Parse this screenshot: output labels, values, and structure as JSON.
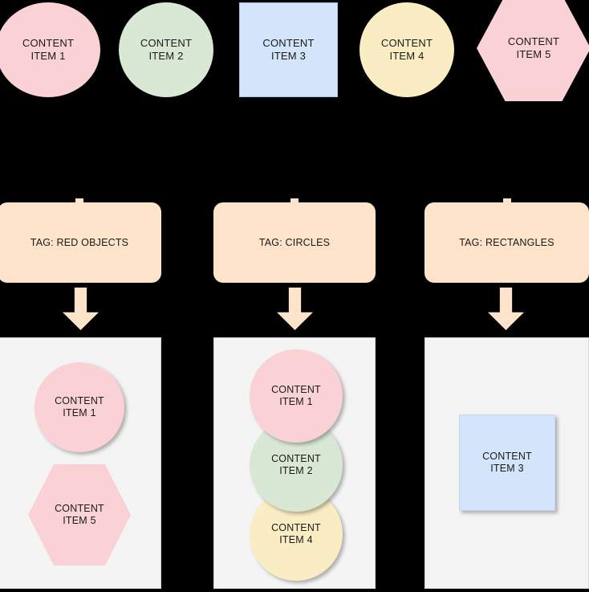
{
  "colors": {
    "background": "#000000",
    "pink_fill": "#fad2d5",
    "green_fill": "#d9e8d5",
    "blue_fill": "#d4e4fa",
    "yellow_fill": "#faedc4",
    "blue_stroke": "#9fc0e8",
    "tag_fill": "#fce3c9",
    "arrow_fill": "#fce3c9",
    "panel_fill": "#f4f4f4",
    "panel_stroke": "#d6d6d6",
    "text": "#1a1a1a"
  },
  "top_row": {
    "items": [
      {
        "id": "content-item-1",
        "label": "CONTENT\nITEM 1",
        "shape": "circle",
        "fill": "#fad2d5"
      },
      {
        "id": "content-item-2",
        "label": "CONTENT\nITEM 2",
        "shape": "circle",
        "fill": "#d9e8d5"
      },
      {
        "id": "content-item-3",
        "label": "CONTENT\nITEM 3",
        "shape": "rectangle",
        "fill": "#d4e4fa"
      },
      {
        "id": "content-item-4",
        "label": "CONTENT\nITEM 4",
        "shape": "circle",
        "fill": "#faedc4"
      },
      {
        "id": "content-item-5",
        "label": "CONTENT\nITEM 5",
        "shape": "hexagon",
        "fill": "#fad2d5"
      }
    ]
  },
  "tags": [
    {
      "id": "tag-red-objects",
      "label": "TAG: RED OBJECTS"
    },
    {
      "id": "tag-circles",
      "label": "TAG: CIRCLES"
    },
    {
      "id": "tag-rectangles",
      "label": "TAG: RECTANGLES"
    }
  ],
  "groups": [
    {
      "id": "group-red-objects",
      "members": [
        {
          "id": "content-item-1",
          "label": "CONTENT\nITEM 1",
          "shape": "circle",
          "fill": "#fad2d5"
        },
        {
          "id": "content-item-5",
          "label": "CONTENT\nITEM 5",
          "shape": "hexagon",
          "fill": "#fad2d5"
        }
      ]
    },
    {
      "id": "group-circles",
      "members": [
        {
          "id": "content-item-1",
          "label": "CONTENT\nITEM 1",
          "shape": "circle",
          "fill": "#fad2d5"
        },
        {
          "id": "content-item-2",
          "label": "CONTENT\nITEM 2",
          "shape": "circle",
          "fill": "#d9e8d5"
        },
        {
          "id": "content-item-4",
          "label": "CONTENT\nITEM 4",
          "shape": "circle",
          "fill": "#faedc4"
        }
      ]
    },
    {
      "id": "group-rectangles",
      "members": [
        {
          "id": "content-item-3",
          "label": "CONTENT\nITEM 3",
          "shape": "rectangle",
          "fill": "#d4e4fa"
        }
      ]
    }
  ],
  "arrows": [
    {
      "id": "arrow-to-red-objects",
      "direction": "down"
    },
    {
      "id": "arrow-to-circles",
      "direction": "down"
    },
    {
      "id": "arrow-to-rectangles",
      "direction": "down"
    }
  ]
}
